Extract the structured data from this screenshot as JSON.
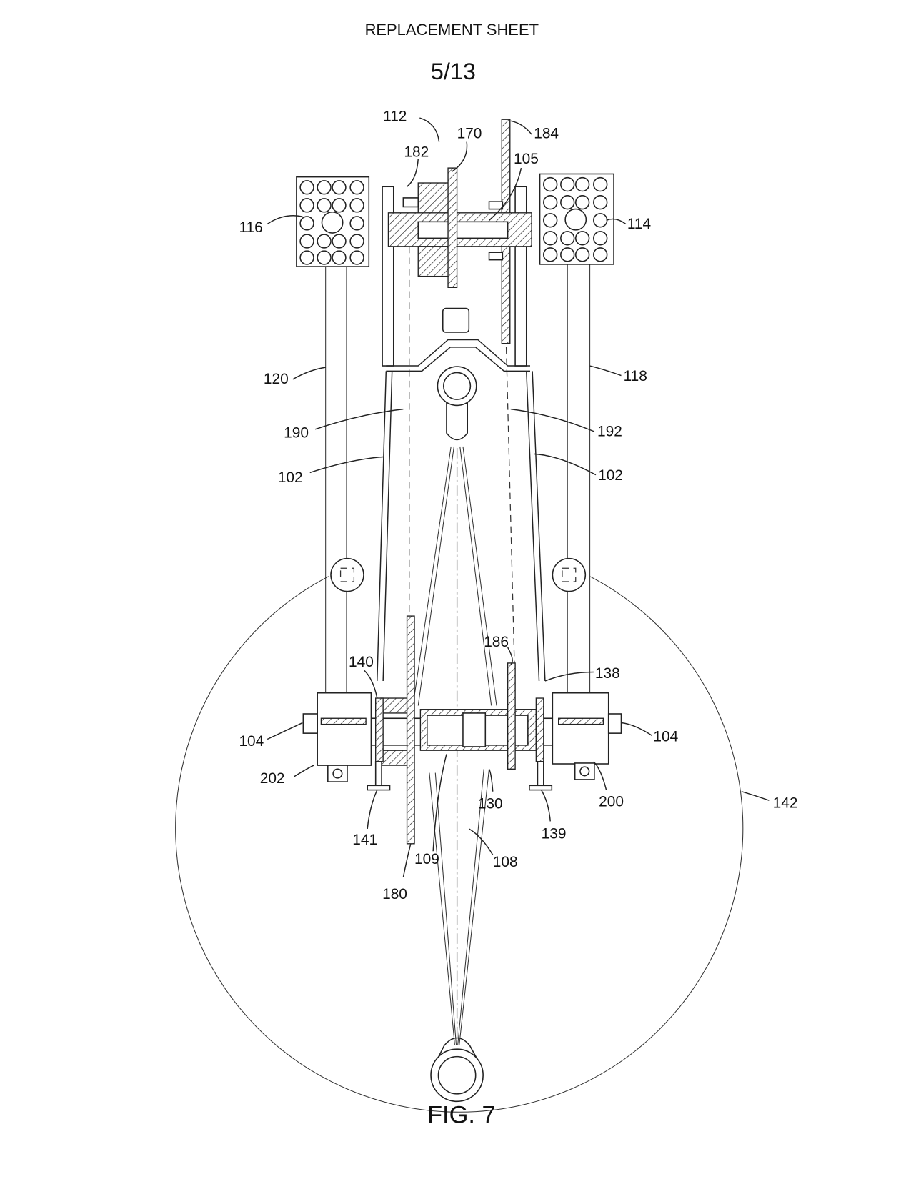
{
  "header": {
    "title": "REPLACEMENT SHEET",
    "sheet_number": "5/13"
  },
  "figure_label": "FIG. 7",
  "reference_numerals": {
    "n112": "112",
    "n170": "170",
    "n182": "182",
    "n184": "184",
    "n105": "105",
    "n116": "116",
    "n114": "114",
    "n120": "120",
    "n118": "118",
    "n190": "190",
    "n192": "192",
    "n102_left": "102",
    "n102_right": "102",
    "n186": "186",
    "n140": "140",
    "n138": "138",
    "n104_left": "104",
    "n104_right": "104",
    "n202": "202",
    "n200": "200",
    "n141": "141",
    "n130": "130",
    "n139": "139",
    "n142": "142",
    "n109": "109",
    "n108": "108",
    "n180": "180"
  }
}
